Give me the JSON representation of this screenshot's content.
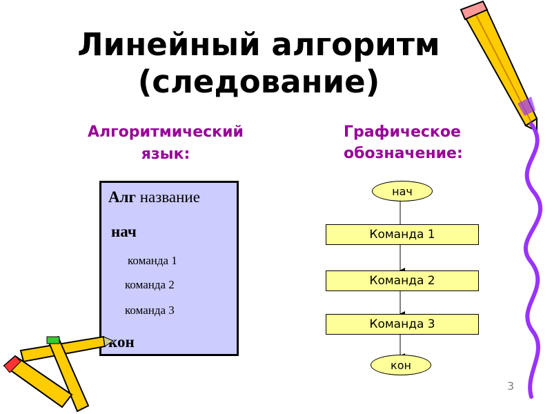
{
  "slide": {
    "title_line1": "Линейный алгоритм",
    "title_line2": "(следование)",
    "left_heading": "Алгоритмический язык:",
    "right_heading": "Графическое обозначение:",
    "page_number": "3"
  },
  "algorithm": {
    "alg_keyword": "Алг",
    "alg_name": "название",
    "begin": "нач",
    "commands": [
      "команда 1",
      "команда 2",
      "команда 3"
    ],
    "end": "кон"
  },
  "flowchart": {
    "start": "нач",
    "steps": [
      "Команда 1",
      "Команда 2",
      "Команда 3"
    ],
    "end": "кон"
  },
  "colors": {
    "heading": "#990099",
    "box_fill": "#ccccff",
    "flow_fill": "#ffff99",
    "pencil": "#ffcc00",
    "ribbon": "#9933ff"
  }
}
